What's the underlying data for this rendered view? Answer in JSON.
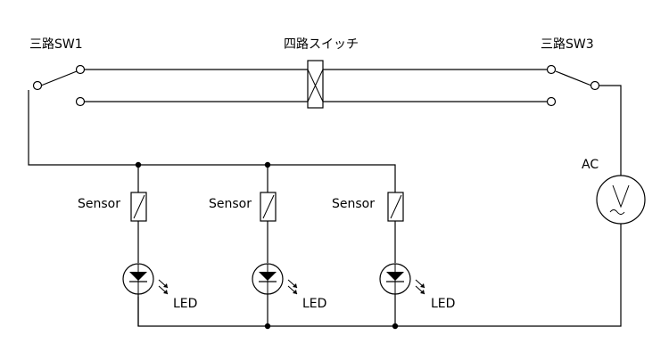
{
  "labels": {
    "sw1": "三路SW1",
    "sw4": "四路スイッチ",
    "sw3": "三路SW3",
    "ac": "AC",
    "sensor": "Sensor",
    "led": "LED"
  },
  "branches": [
    {
      "sensor": "Sensor",
      "led": "LED"
    },
    {
      "sensor": "Sensor",
      "led": "LED"
    },
    {
      "sensor": "Sensor",
      "led": "LED"
    }
  ]
}
